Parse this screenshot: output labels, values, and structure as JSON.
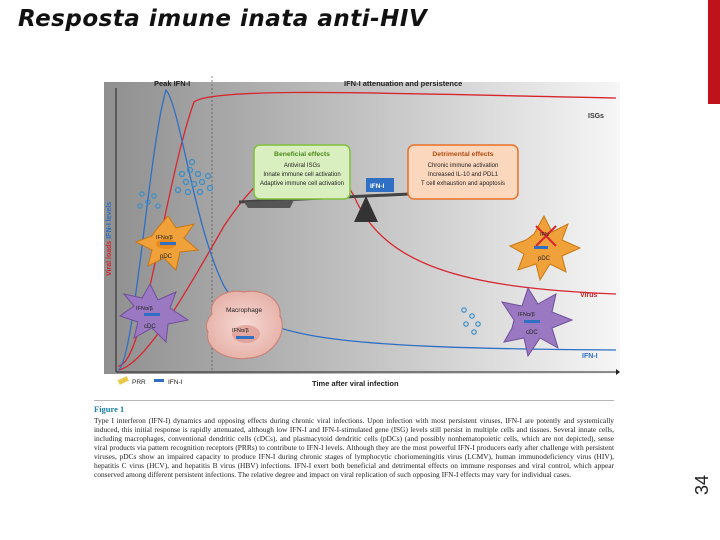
{
  "slide": {
    "title": "Resposta imune inata anti-HIV",
    "page_number": "34",
    "accent_color": "#c0121b"
  },
  "figure": {
    "header_left": "Peak IFN-I",
    "header_right": "IFN-I attenuation and persistence",
    "y_axis_label_red": "Viral loads",
    "y_axis_label_blue": " IFN-I levels",
    "x_axis_label": "Time after viral infection",
    "curve_labels": {
      "isgs": "ISGs",
      "virus": "Virus",
      "ifn": "IFN-I"
    },
    "beneficial": {
      "title": "Beneficial effects",
      "items": [
        "Antiviral ISGs",
        "Innate immune cell activation",
        "Adaptive immune cell activation"
      ],
      "color": "#7fbf3f"
    },
    "detrimental": {
      "title": "Detrimental effects",
      "items": [
        "Chronic immune activation",
        "Increased IL-10 and PDL1",
        "T cell exhaustion and apoptosis"
      ],
      "color": "#e8702a"
    },
    "fulcrum_label": "IFN-I",
    "cells": {
      "pdc_top_receptor": "IFNα/β",
      "pdc_top": "pDC",
      "cdc": "cDC",
      "cdc_receptor": "IFNα/β",
      "macrophage": "Macrophage",
      "macrophage_receptor": "IFNα/β",
      "pdc_right": "pDC",
      "pdc_right_receptor": "IFN",
      "cdc_right": "cDC",
      "cdc_right_receptor": "IFNα/β"
    },
    "legend": {
      "prr": "PRR",
      "ifn": "IFN-I"
    },
    "colors": {
      "virus_curve": "#d7262e",
      "ifn_curve": "#2f6fc4",
      "virus_particle": "#3a8ec9"
    }
  },
  "caption": {
    "heading": "Figure 1",
    "body": "Type I interferon (IFN-I) dynamics and opposing effects during chronic viral infections. Upon infection with most persistent viruses, IFN-I are potently and systemically induced, this initial response is rapidly attenuated, although low IFN-I and IFN-I-stimulated gene (ISG) levels still persist in multiple cells and tissues. Several innate cells, including macrophages, conventional dendritic cells (cDCs), and plasmacytoid dendritic cells (pDCs) (and possibly nonhematopoietic cells, which are not depicted), sense viral products via pattern recognition receptors (PRRs) to contribute to IFN-I levels. Although they are the most powerful IFN-I producers early after challenge with persistent viruses, pDCs show an impaired capacity to produce IFN-I during chronic stages of lymphocytic choriomeningitis virus (LCMV), human immunodeficiency virus (HIV), hepatitis C virus (HCV), and hepatitis B virus (HBV) infections. IFN-I exert both beneficial and detrimental effects on immune responses and viral control, which appear conserved among different persistent infections. The relative degree and impact on viral replication of such opposing IFN-I effects may vary for individual cases."
  }
}
